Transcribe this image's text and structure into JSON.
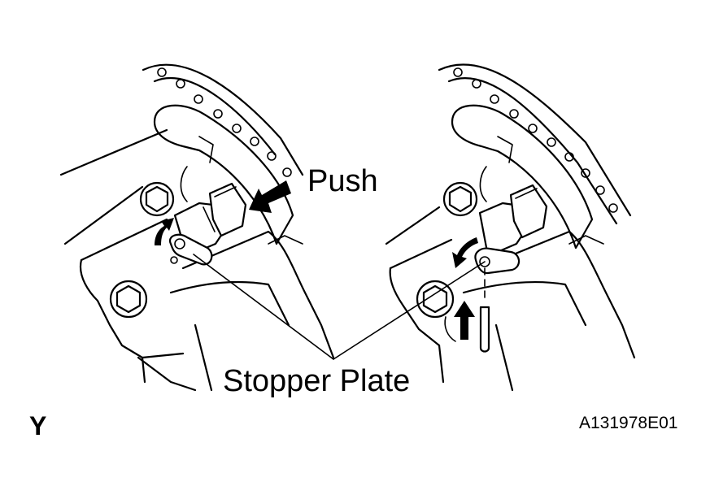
{
  "labels": {
    "push": "Push",
    "stopper_plate": "Stopper Plate",
    "view_letter": "Y",
    "figure_code": "A131978E01"
  },
  "colors": {
    "line": "#000000",
    "background": "#ffffff"
  }
}
